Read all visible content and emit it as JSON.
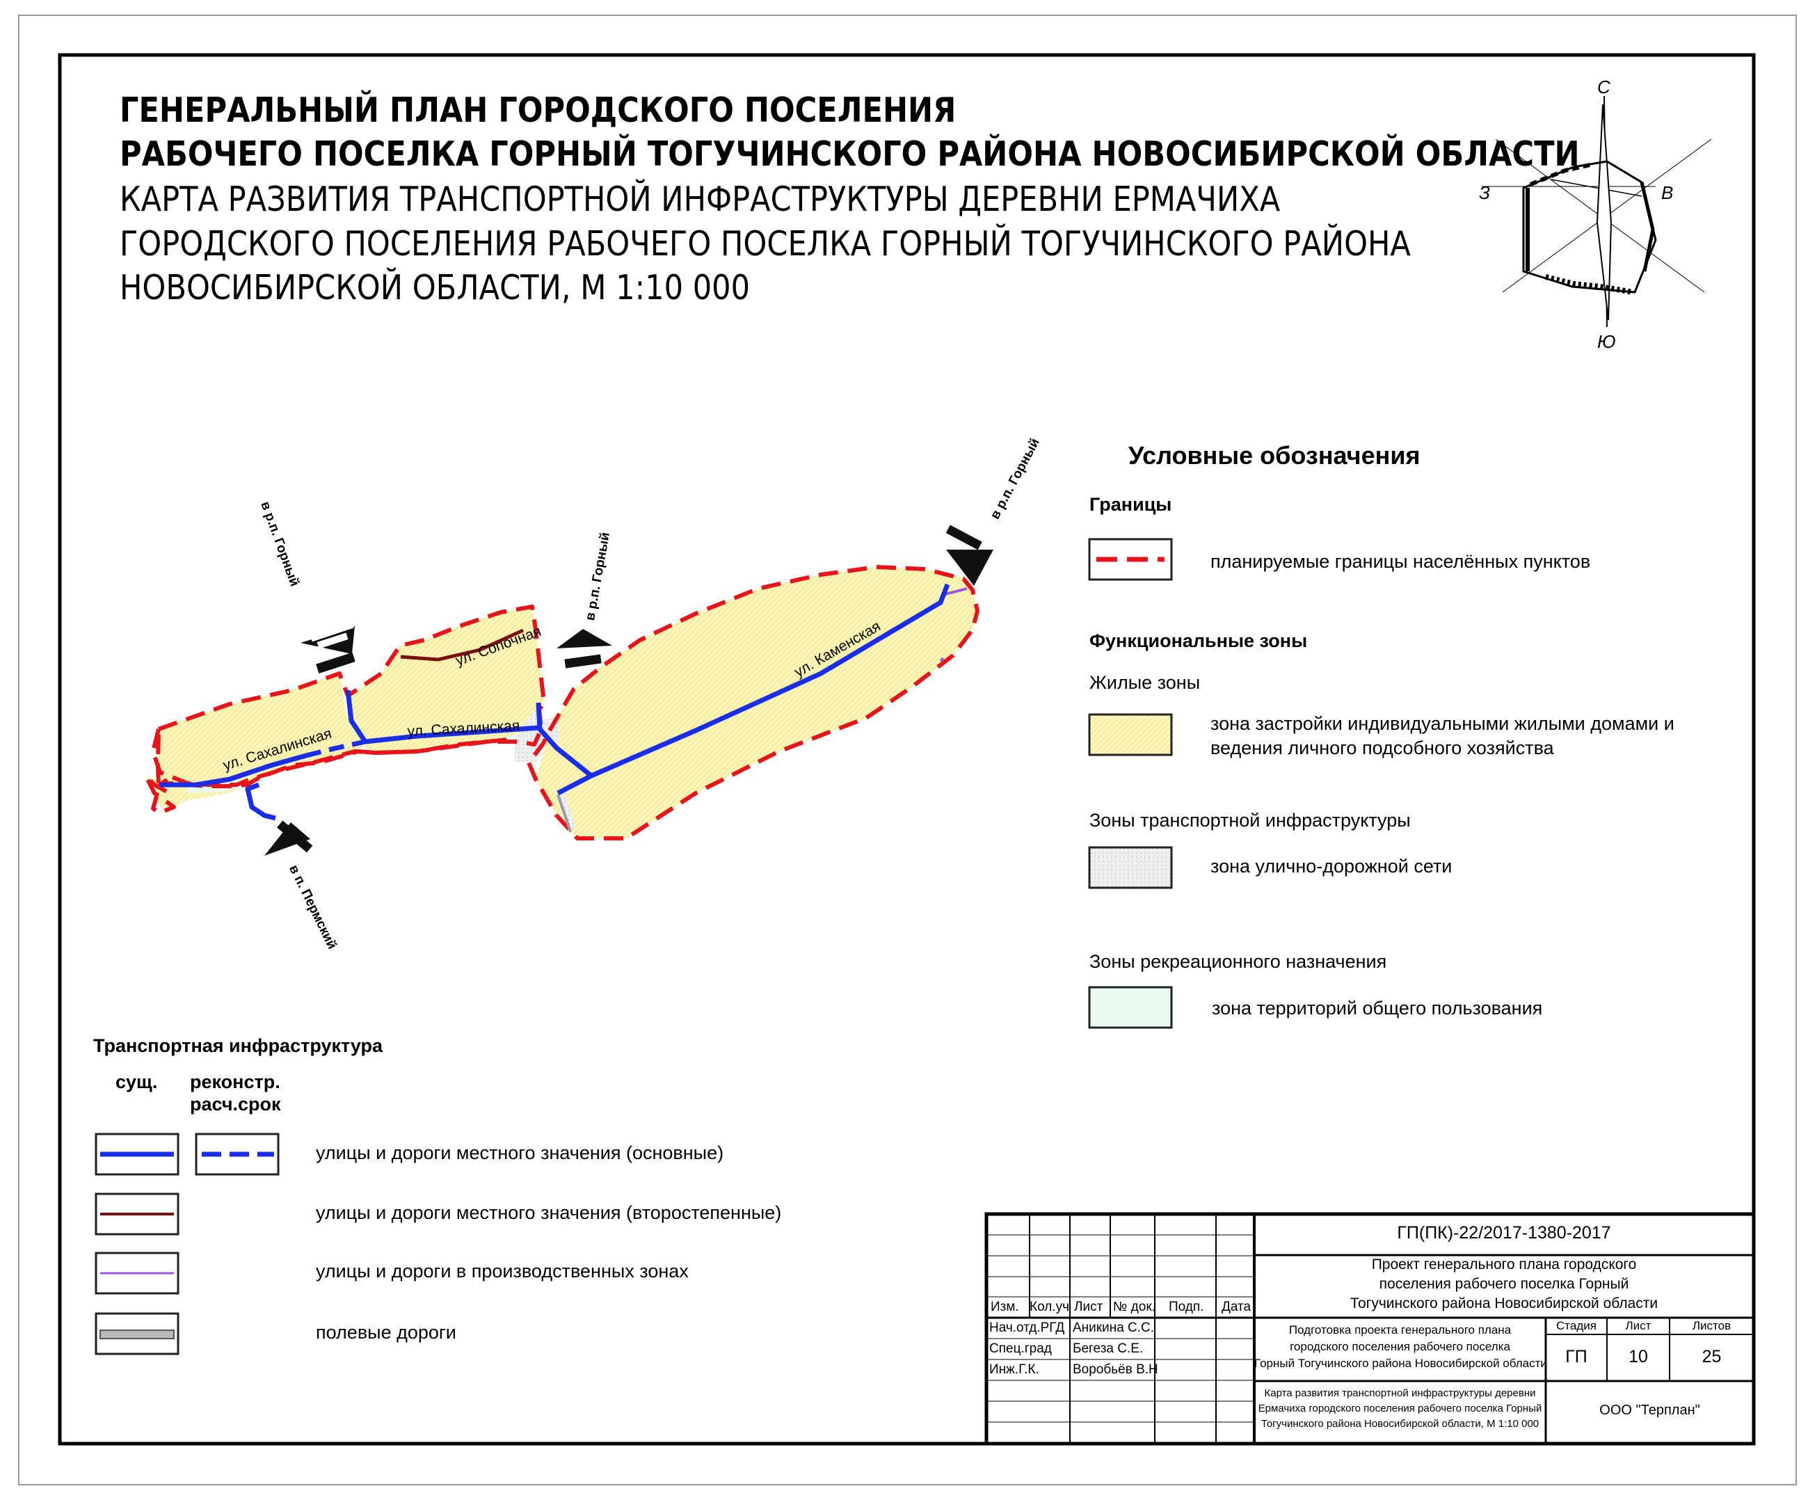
{
  "title": {
    "line1": "ГЕНЕРАЛЬНЫЙ ПЛАН ГОРОДСКОГО ПОСЕЛЕНИЯ",
    "line2": "РАБОЧЕГО ПОСЕЛКА ГОРНЫЙ ТОГУЧИНСКОГО РАЙОНА НОВОСИБИРСКОЙ ОБЛАСТИ",
    "line3": "КАРТА РАЗВИТИЯ ТРАНСПОРТНОЙ ИНФРАСТРУКТУРЫ ДЕРЕВНИ ЕРМАЧИХА",
    "line4": "ГОРОДСКОГО ПОСЕЛЕНИЯ РАБОЧЕГО ПОСЕЛКА ГОРНЫЙ ТОГУЧИНСКОГО РАЙОНА",
    "line5": "НОВОСИБИРСКОЙ ОБЛАСТИ, М 1:10 000"
  },
  "compass": {
    "n": "С",
    "s": "Ю",
    "w": "З",
    "e": "В"
  },
  "map": {
    "street_sakhalinskaya": "ул. Сахалинская",
    "street_sopochnaya": "ул. Сопочная",
    "street_kamenskaya": "ул. Каменская",
    "dir_gorny": "в р.п. Горный",
    "dir_permsky": "в п. Пермский"
  },
  "legend": {
    "title": "Условные обозначения",
    "borders_heading": "Границы",
    "borders_item": "планируемые границы населённых пунктов",
    "zones_heading": "Функциональные зоны",
    "residential_sub": "Жилые зоны",
    "residential_item_line1": "зона застройки индивидуальными жилыми домами и",
    "residential_item_line2": "ведения личного подсобного хозяйства",
    "transport_sub": "Зоны транспортной инфраструктуры",
    "transport_item": "зона улично-дорожной сети",
    "recreation_sub": "Зоны рекреационного назначения",
    "recreation_item": "зона территорий общего пользования"
  },
  "transport_legend": {
    "heading": "Транспортная инфраструктура",
    "col_existing": "сущ.",
    "col_recon_line1": "реконстр.",
    "col_recon_line2": "расч.срок",
    "item_main": "улицы и дороги местного значения (основные)",
    "item_secondary": "улицы и дороги местного значения (второстепенные)",
    "item_industrial": "улицы и дороги в производственных зонах",
    "item_field": "полевые дороги"
  },
  "title_block": {
    "code": "ГП(ПК)-22/2017-1380-2017",
    "project_line1": "Проект генерального плана городского",
    "project_line2": "поселения рабочего поселка Горный",
    "project_line3": "Тогучинского района Новосибирской области",
    "col_headers": [
      "Изм.",
      "Кол.уч",
      "Лист",
      "№ док.",
      "Подп.",
      "Дата"
    ],
    "roles": [
      {
        "role": "Нач.отд.РГД",
        "name": "Аникина С.С."
      },
      {
        "role": "Спец.град",
        "name": "Бегеза С.Е."
      },
      {
        "role": "Инж.Г.К.",
        "name": "Воробьёв В.Н"
      }
    ],
    "work_line1": "Подготовка проекта генерального плана",
    "work_line2": "городского поселения рабочего поселка",
    "work_line3": "Горный Тогучинского района Новосибирской области",
    "stage_label": "Стадия",
    "sheet_label": "Лист",
    "sheets_label": "Листов",
    "stage_value": "ГП",
    "sheet_value": "10",
    "sheets_value": "25",
    "doc_line1": "Карта развития транспортной инфраструктуры деревни",
    "doc_line2": "Ермачиха городского поселения рабочего поселка Горный",
    "doc_line3": "Тогучинского района Новосибирской области, М 1:10 000",
    "company": "ООО \"Терплан\""
  },
  "colors": {
    "residential": "#fbf6b4",
    "border": "#e8141c",
    "main_road": "#1a2ee8",
    "secondary_road": "#7a1010",
    "industrial_road": "#9a55e0",
    "field_road": "#b8b8b8",
    "transport_zone": "#ececec",
    "recreation_zone": "#e8faef"
  }
}
